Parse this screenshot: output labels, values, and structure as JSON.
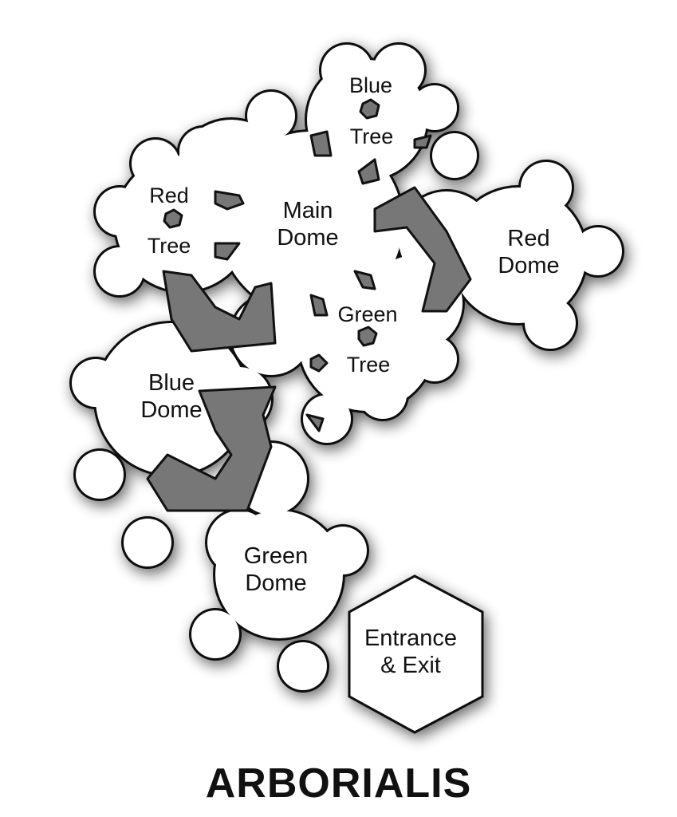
{
  "title": "ARBORIALIS",
  "labels": {
    "blue_tree": [
      "Blue",
      "Tree"
    ],
    "red_tree": [
      "Red",
      "Tree"
    ],
    "main_dome": [
      "Main",
      "Dome"
    ],
    "red_dome": [
      "Red",
      "Dome"
    ],
    "green_tree": [
      "Green",
      "Tree"
    ],
    "blue_dome": [
      "Blue",
      "Dome"
    ],
    "green_dome": [
      "Green",
      "Dome"
    ],
    "entrance": [
      "Entrance",
      "& Exit"
    ]
  },
  "colors": {
    "outline": "#111111",
    "floor": "#ffffff",
    "hole": "#7a7a7a"
  }
}
